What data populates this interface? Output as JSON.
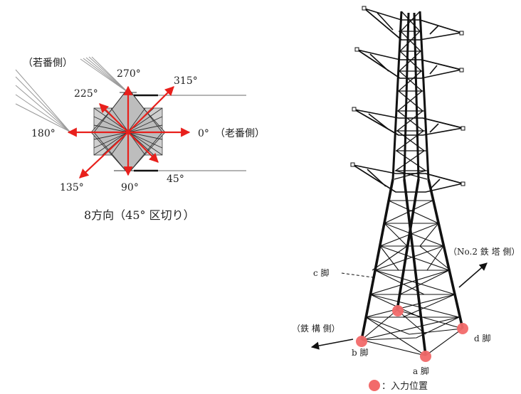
{
  "left_panel": {
    "labels": {
      "wakaban": "（若番側）",
      "rouban": "（老番側）",
      "deg_0": "0°",
      "deg_45": "45°",
      "deg_90": "90°",
      "deg_135": "135°",
      "deg_180": "180°",
      "deg_225": "225°",
      "deg_270": "270°",
      "deg_315": "315°"
    },
    "caption": "8方向（45° 区切り）",
    "arrow_color": "#e8201c"
  },
  "right_panel": {
    "labels": {
      "c_leg": "c 脚",
      "b_leg": "b 脚",
      "a_leg": "a 脚",
      "d_leg": "d 脚",
      "tekko_side": "（鉄 構 側）",
      "tower2_side": "（No.2 鉄 塔 側）"
    },
    "legend": {
      "text": "：入力位置",
      "marker_color": "#f26a6a"
    }
  }
}
